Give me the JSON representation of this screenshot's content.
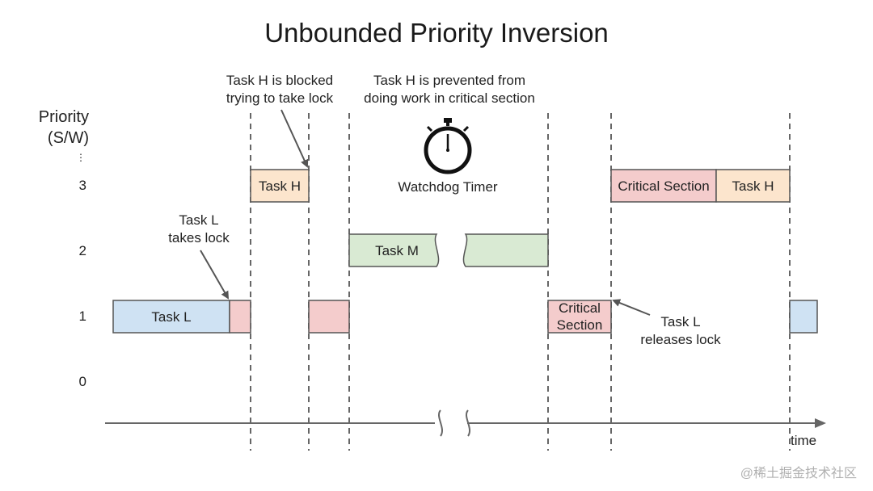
{
  "title": "Unbounded Priority Inversion",
  "y_axis": {
    "label_line1": "Priority",
    "label_line2": "(S/W)",
    "ellipsis": "⋮",
    "ticks": [
      "3",
      "2",
      "1",
      "0"
    ]
  },
  "x_axis": {
    "label": "time"
  },
  "boxes": {
    "task_l": "Task L",
    "task_h_blocked": "Task H",
    "task_m": "Task M",
    "critical_section_low_line1": "Critical",
    "critical_section_low_line2": "Section",
    "critical_section_high": "Critical Section",
    "task_h_final": "Task H"
  },
  "annotations": {
    "task_h_blocked_line1": "Task H is blocked",
    "task_h_blocked_line2": "trying to take lock",
    "task_h_prevented_line1": "Task H is prevented from",
    "task_h_prevented_line2": "doing work in critical section",
    "watchdog": "Watchdog Timer",
    "task_l_takes_line1": "Task L",
    "task_l_takes_line2": "takes lock",
    "task_l_releases_line1": "Task L",
    "task_l_releases_line2": "releases lock"
  },
  "colors": {
    "task_l": "#cfe2f3",
    "critical_section": "#f4cccc",
    "task_h": "#fce5cd",
    "task_m": "#d9ead3",
    "outline": "#555555",
    "dashed_line": "#666666"
  },
  "watermark": "@稀土掘金技术社区"
}
